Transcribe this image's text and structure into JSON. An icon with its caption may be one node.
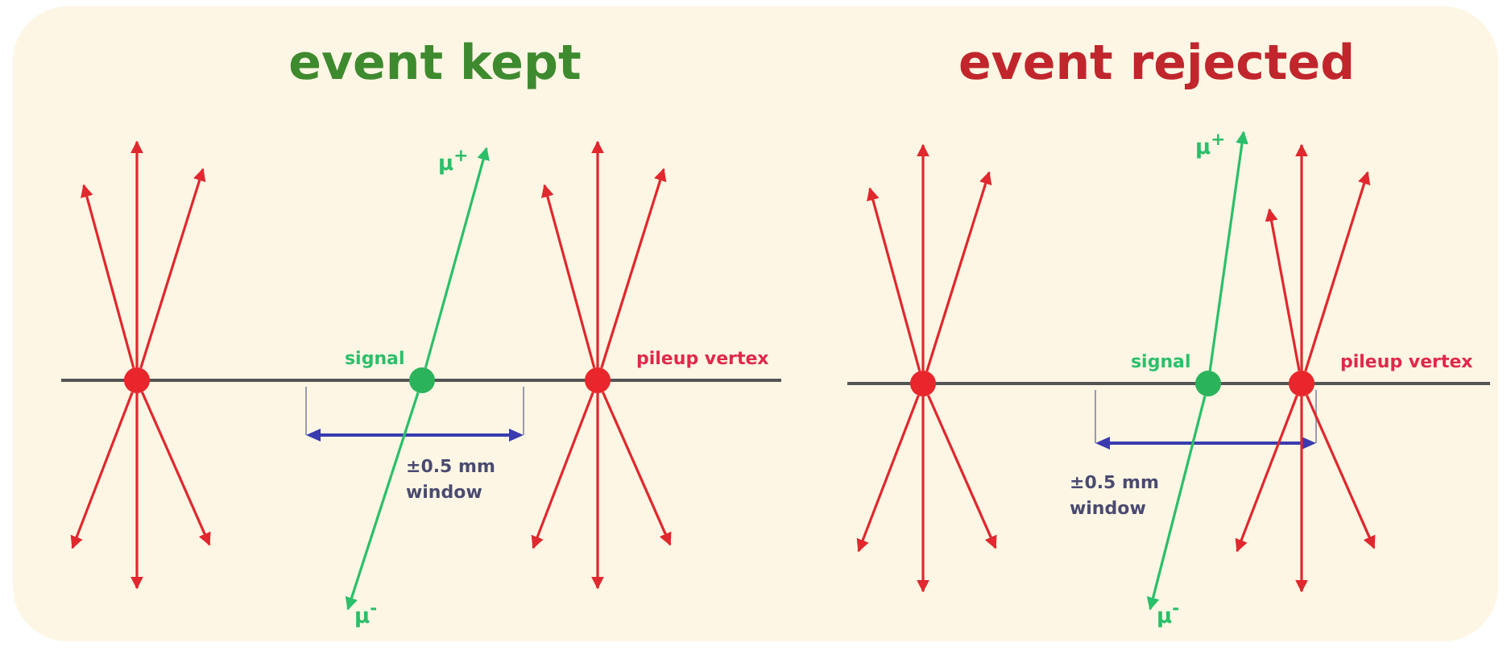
{
  "diagram": {
    "nodes": [
      {
        "text": [],
        "shape": "circle"
      },
      {
        "text": [],
        "shape": "circle",
        "beside": [
          "signal"
        ]
      },
      {
        "text": [],
        "shape": "circle",
        "beside": [
          "pileup vertex"
        ]
      },
      {
        "text": [
          "μ$^{+}$"
        ]
      },
      {
        "text": [
          "μ$^{-}$"
        ]
      },
      {
        "text": [],
        "shape": "circle"
      },
      {
        "text": [],
        "shape": "circle",
        "beside": [
          "signal"
        ]
      },
      {
        "text": [],
        "shape": "circle",
        "beside": [
          "pileup vertex"
        ]
      },
      {
        "text": [
          "μ$^{+}$"
        ]
      },
      {
        "text": [
          "μ$^{-}$"
        ]
      }
    ],
    "edges": [
      {
        "from": 0,
        "to": null,
        "arrow": "to"
      },
      {
        "from": 0,
        "to": null,
        "arrow": "to"
      },
      {
        "from": 0,
        "to": null,
        "arrow": "to"
      },
      {
        "from": 0,
        "to": null,
        "arrow": "to"
      },
      {
        "from": 0,
        "to": null,
        "arrow": "to"
      },
      {
        "from": 0,
        "to": null,
        "arrow": "to"
      },
      {
        "from": 1,
        "to": 3,
        "arrow": "to",
        "color": "#2bbf6a"
      },
      {
        "from": 1,
        "to": 4,
        "arrow": "to",
        "color": "#2bbf6a"
      },
      {
        "from": 2,
        "to": null,
        "arrow": "to"
      },
      {
        "from": 2,
        "to": null,
        "arrow": "to"
      },
      {
        "from": 2,
        "to": null,
        "arrow": "to"
      },
      {
        "from": 2,
        "to": null,
        "arrow": "to"
      },
      {
        "from": 2,
        "to": null,
        "arrow": "to"
      },
      {
        "from": 2,
        "to": null,
        "arrow": "to"
      },
      {
        "from": 5,
        "to": null,
        "arrow": "to"
      },
      {
        "from": 5,
        "to": null,
        "arrow": "to"
      },
      {
        "from": 5,
        "to": null,
        "arrow": "to"
      },
      {
        "from": 5,
        "to": null,
        "arrow": "to"
      },
      {
        "from": 5,
        "to": null,
        "arrow": "to"
      },
      {
        "from": 5,
        "to": null,
        "arrow": "to"
      },
      {
        "from": 6,
        "to": 8,
        "arrow": "to",
        "color": "#2bbf6a"
      },
      {
        "from": 6,
        "to": 9,
        "arrow": "to",
        "color": "#2bbf6a"
      },
      {
        "from": 7,
        "to": null,
        "arrow": "to"
      },
      {
        "from": 7,
        "to": null,
        "arrow": "to"
      },
      {
        "from": 7,
        "to": null,
        "arrow": "to"
      },
      {
        "from": 7,
        "to": null,
        "arrow": "to"
      },
      {
        "from": 7,
        "to": null,
        "arrow": "to"
      },
      {
        "from": 7,
        "to": null,
        "arrow": "to"
      }
    ],
    "labels": [
      "event kept",
      "±0.5 mm window",
      "event rejected",
      "±0.5 mm window"
    ]
  }
}
